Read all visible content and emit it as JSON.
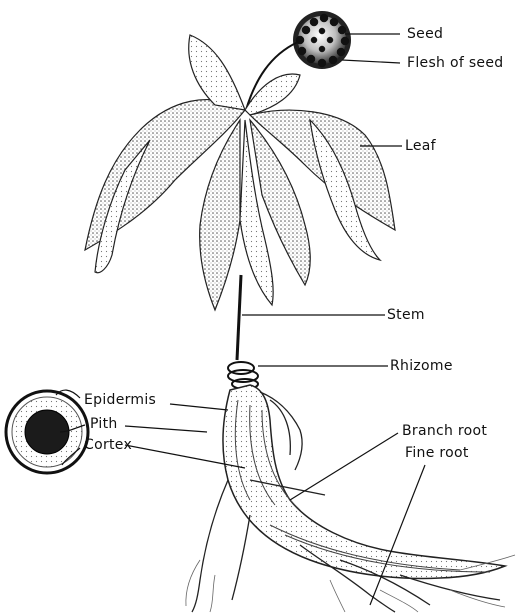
{
  "diagram": {
    "labels": {
      "seed": "Seed",
      "flesh_of_seed": "Flesh of seed",
      "leaf": "Leaf",
      "stem": "Stem",
      "rhizome": "Rhizome",
      "epidermis": "Epidermis",
      "pith": "Pith",
      "cortex": "Cortex",
      "branch_root": "Branch root",
      "fine_root": "Fine root"
    },
    "colors": {
      "ink": "#111111",
      "background": "#ffffff",
      "shade": "#6b6b6b",
      "light_shade": "#b5b5b5"
    }
  }
}
